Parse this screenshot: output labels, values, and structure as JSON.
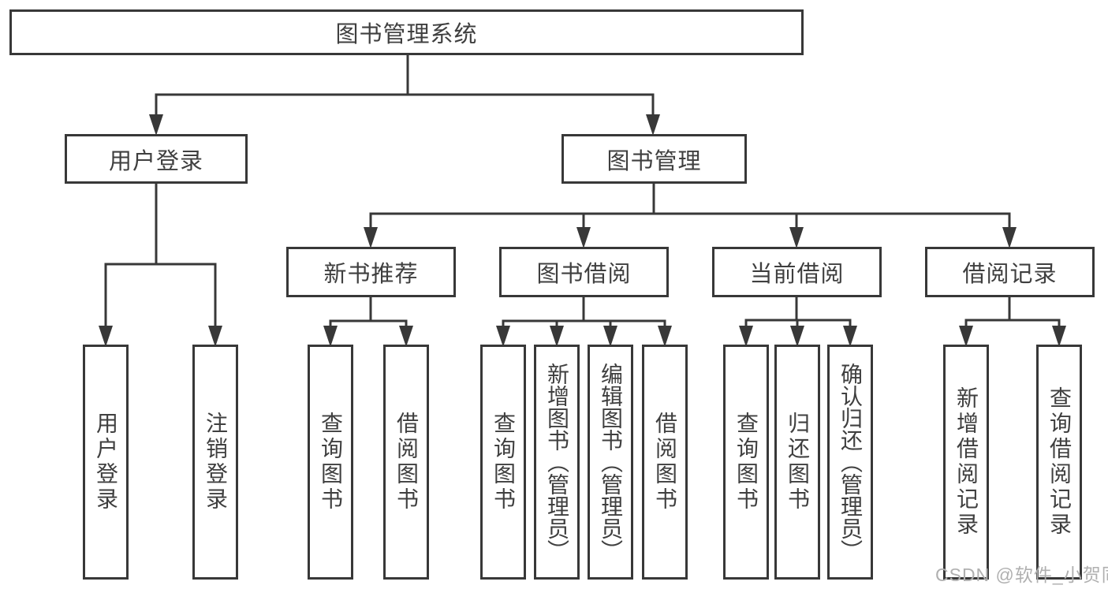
{
  "diagram": {
    "root": {
      "label": "图书管理系统"
    },
    "branches": [
      {
        "label": "用户登录",
        "children": [
          {
            "label": "用户登录"
          },
          {
            "label": "注销登录"
          }
        ]
      },
      {
        "label": "图书管理",
        "children": [
          {
            "label": "新书推荐",
            "children": [
              {
                "label": "查询图书"
              },
              {
                "label": "借阅图书"
              }
            ]
          },
          {
            "label": "图书借阅",
            "children": [
              {
                "label": "查询图书"
              },
              {
                "label": "新增图书（管理员）"
              },
              {
                "label": "编辑图书（管理员）"
              },
              {
                "label": "借阅图书"
              }
            ]
          },
          {
            "label": "当前借阅",
            "children": [
              {
                "label": "查询图书"
              },
              {
                "label": "归还图书"
              },
              {
                "label": "确认归还（管理员）"
              }
            ]
          },
          {
            "label": "借阅记录",
            "children": [
              {
                "label": "新增借阅记录"
              },
              {
                "label": "查询借阅记录"
              }
            ]
          }
        ]
      }
    ]
  },
  "watermark": {
    "text": "CSDN @软件_小贺同学"
  },
  "colors": {
    "line": "#383838",
    "text": "#3f3f3f",
    "background": "#ffffff",
    "watermark": "#b0b0b0"
  }
}
